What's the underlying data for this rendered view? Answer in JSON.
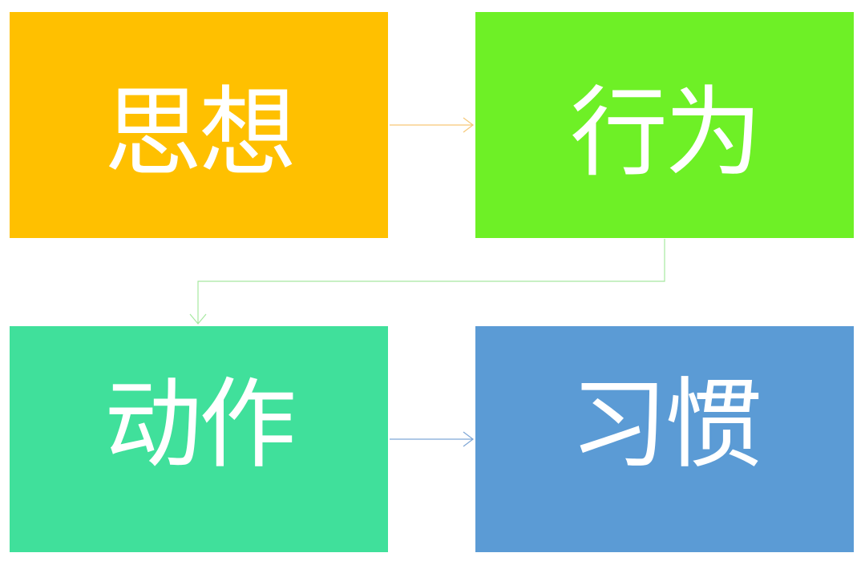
{
  "diagram": {
    "boxes": [
      {
        "id": "box-1",
        "label": "思想",
        "color": "#FFC000"
      },
      {
        "id": "box-2",
        "label": "行为",
        "color": "#6EF026"
      },
      {
        "id": "box-3",
        "label": "动作",
        "color": "#40E09B"
      },
      {
        "id": "box-4",
        "label": "习惯",
        "color": "#5B9BD5"
      }
    ],
    "connectors": [
      {
        "from": "思想",
        "to": "行为",
        "color": "#F6C878"
      },
      {
        "from": "行为",
        "to": "动作",
        "color": "#A6E8A0"
      },
      {
        "from": "动作",
        "to": "习惯",
        "color": "#7EA6D6"
      }
    ]
  }
}
